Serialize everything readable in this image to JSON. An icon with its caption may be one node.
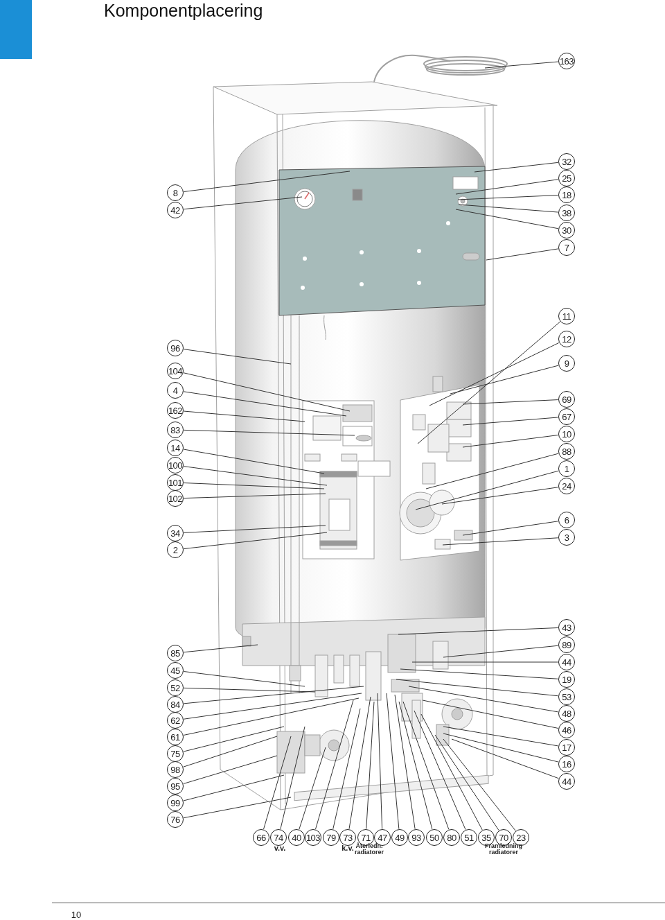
{
  "diagram": {
    "title": "Komponentplacering",
    "nodes": [
      {
        "text": [
          "163"
        ]
      },
      {
        "text": [
          "8"
        ]
      },
      {
        "text": [
          "42"
        ]
      },
      {
        "text": [
          "96"
        ]
      },
      {
        "text": [
          "104"
        ]
      },
      {
        "text": [
          "4"
        ]
      },
      {
        "text": [
          "162"
        ]
      },
      {
        "text": [
          "83"
        ]
      },
      {
        "text": [
          "14"
        ]
      },
      {
        "text": [
          "100"
        ]
      },
      {
        "text": [
          "101"
        ]
      },
      {
        "text": [
          "102"
        ]
      },
      {
        "text": [
          "34"
        ]
      },
      {
        "text": [
          "2"
        ]
      },
      {
        "text": [
          "85"
        ]
      },
      {
        "text": [
          "45"
        ]
      },
      {
        "text": [
          "52"
        ]
      },
      {
        "text": [
          "84"
        ]
      },
      {
        "text": [
          "62"
        ]
      },
      {
        "text": [
          "61"
        ]
      },
      {
        "text": [
          "75"
        ]
      },
      {
        "text": [
          "98"
        ]
      },
      {
        "text": [
          "95"
        ]
      },
      {
        "text": [
          "99"
        ]
      },
      {
        "text": [
          "76"
        ]
      },
      {
        "text": [
          "32"
        ]
      },
      {
        "text": [
          "25"
        ]
      },
      {
        "text": [
          "18"
        ]
      },
      {
        "text": [
          "38"
        ]
      },
      {
        "text": [
          "30"
        ]
      },
      {
        "text": [
          "7"
        ]
      },
      {
        "text": [
          "11"
        ]
      },
      {
        "text": [
          "12"
        ]
      },
      {
        "text": [
          "9"
        ]
      },
      {
        "text": [
          "69"
        ]
      },
      {
        "text": [
          "67"
        ]
      },
      {
        "text": [
          "10"
        ]
      },
      {
        "text": [
          "88"
        ]
      },
      {
        "text": [
          "1"
        ]
      },
      {
        "text": [
          "24"
        ]
      },
      {
        "text": [
          "6"
        ]
      },
      {
        "text": [
          "3"
        ]
      },
      {
        "text": [
          "43"
        ]
      },
      {
        "text": [
          "89"
        ]
      },
      {
        "text": [
          "44"
        ]
      },
      {
        "text": [
          "19"
        ]
      },
      {
        "text": [
          "53"
        ]
      },
      {
        "text": [
          "48"
        ]
      },
      {
        "text": [
          "46"
        ]
      },
      {
        "text": [
          "17"
        ]
      },
      {
        "text": [
          "16"
        ]
      },
      {
        "text": [
          "44"
        ]
      },
      {
        "text": [
          "66"
        ]
      },
      {
        "text": [
          "74"
        ]
      },
      {
        "text": [
          "40"
        ]
      },
      {
        "text": [
          "103"
        ]
      },
      {
        "text": [
          "79"
        ]
      },
      {
        "text": [
          "73"
        ]
      },
      {
        "text": [
          "71"
        ]
      },
      {
        "text": [
          "47"
        ]
      },
      {
        "text": [
          "49"
        ]
      },
      {
        "text": [
          "93"
        ]
      },
      {
        "text": [
          "50"
        ]
      },
      {
        "text": [
          "80"
        ]
      },
      {
        "text": [
          "51"
        ]
      },
      {
        "text": [
          "35"
        ]
      },
      {
        "text": [
          "70"
        ]
      },
      {
        "text": [
          "23"
        ]
      }
    ],
    "edges": [
      {
        "from": 0,
        "to": null,
        "arrow": "none"
      },
      {
        "from": 1,
        "to": null,
        "arrow": "none"
      },
      {
        "from": 2,
        "to": null,
        "arrow": "none"
      },
      {
        "from": 3,
        "to": null,
        "arrow": "none"
      },
      {
        "from": 4,
        "to": null,
        "arrow": "none"
      },
      {
        "from": 5,
        "to": null,
        "arrow": "none"
      },
      {
        "from": 6,
        "to": null,
        "arrow": "none"
      },
      {
        "from": 7,
        "to": null,
        "arrow": "none"
      },
      {
        "from": 8,
        "to": null,
        "arrow": "none"
      },
      {
        "from": 9,
        "to": null,
        "arrow": "none"
      },
      {
        "from": 10,
        "to": null,
        "arrow": "none"
      },
      {
        "from": 11,
        "to": null,
        "arrow": "none"
      },
      {
        "from": 12,
        "to": null,
        "arrow": "none"
      },
      {
        "from": 13,
        "to": null,
        "arrow": "none"
      },
      {
        "from": 14,
        "to": null,
        "arrow": "none"
      },
      {
        "from": 15,
        "to": null,
        "arrow": "none"
      },
      {
        "from": 16,
        "to": null,
        "arrow": "none"
      },
      {
        "from": 17,
        "to": null,
        "arrow": "none"
      },
      {
        "from": 18,
        "to": null,
        "arrow": "none"
      },
      {
        "from": 19,
        "to": null,
        "arrow": "none"
      },
      {
        "from": 20,
        "to": null,
        "arrow": "none"
      },
      {
        "from": 21,
        "to": null,
        "arrow": "none"
      },
      {
        "from": 22,
        "to": null,
        "arrow": "none"
      },
      {
        "from": 23,
        "to": null,
        "arrow": "none"
      },
      {
        "from": 24,
        "to": null,
        "arrow": "none"
      },
      {
        "from": 25,
        "to": null,
        "arrow": "none"
      },
      {
        "from": 26,
        "to": null,
        "arrow": "none"
      },
      {
        "from": 27,
        "to": null,
        "arrow": "none"
      },
      {
        "from": 28,
        "to": null,
        "arrow": "none"
      },
      {
        "from": 29,
        "to": null,
        "arrow": "none"
      },
      {
        "from": 30,
        "to": null,
        "arrow": "none"
      },
      {
        "from": 31,
        "to": null,
        "arrow": "none"
      },
      {
        "from": 32,
        "to": null,
        "arrow": "none"
      },
      {
        "from": 33,
        "to": null,
        "arrow": "none"
      },
      {
        "from": 34,
        "to": null,
        "arrow": "none"
      },
      {
        "from": 35,
        "to": null,
        "arrow": "none"
      },
      {
        "from": 36,
        "to": null,
        "arrow": "none"
      },
      {
        "from": 37,
        "to": null,
        "arrow": "none"
      },
      {
        "from": 38,
        "to": null,
        "arrow": "none"
      },
      {
        "from": 39,
        "to": null,
        "arrow": "none"
      },
      {
        "from": 40,
        "to": null,
        "arrow": "none"
      },
      {
        "from": 41,
        "to": null,
        "arrow": "none"
      },
      {
        "from": 42,
        "to": null,
        "arrow": "none"
      },
      {
        "from": 43,
        "to": null,
        "arrow": "none"
      },
      {
        "from": 44,
        "to": null,
        "arrow": "none"
      },
      {
        "from": 45,
        "to": null,
        "arrow": "none"
      },
      {
        "from": 46,
        "to": null,
        "arrow": "none"
      },
      {
        "from": 47,
        "to": null,
        "arrow": "none"
      },
      {
        "from": 48,
        "to": null,
        "arrow": "none"
      },
      {
        "from": 49,
        "to": null,
        "arrow": "none"
      },
      {
        "from": 50,
        "to": null,
        "arrow": "none"
      },
      {
        "from": 51,
        "to": null,
        "arrow": "none"
      },
      {
        "from": 52,
        "to": null,
        "arrow": "none"
      },
      {
        "from": 53,
        "to": null,
        "arrow": "none"
      },
      {
        "from": 54,
        "to": null,
        "arrow": "none"
      },
      {
        "from": 55,
        "to": null,
        "arrow": "none"
      },
      {
        "from": 56,
        "to": null,
        "arrow": "none"
      },
      {
        "from": 57,
        "to": null,
        "arrow": "none"
      },
      {
        "from": 58,
        "to": null,
        "arrow": "none"
      },
      {
        "from": 59,
        "to": null,
        "arrow": "none"
      },
      {
        "from": 60,
        "to": null,
        "arrow": "none"
      },
      {
        "from": 61,
        "to": null,
        "arrow": "none"
      },
      {
        "from": 62,
        "to": null,
        "arrow": "none"
      },
      {
        "from": 63,
        "to": null,
        "arrow": "none"
      },
      {
        "from": 64,
        "to": null,
        "arrow": "none"
      },
      {
        "from": 65,
        "to": null,
        "arrow": "none"
      },
      {
        "from": 66,
        "to": null,
        "arrow": "none"
      },
      {
        "from": 67,
        "to": null,
        "arrow": "none"
      }
    ],
    "labels": [
      "v.v.",
      "k.v.",
      "Återledn. radiatorer",
      "Framledning radiatorer",
      "10"
    ]
  }
}
